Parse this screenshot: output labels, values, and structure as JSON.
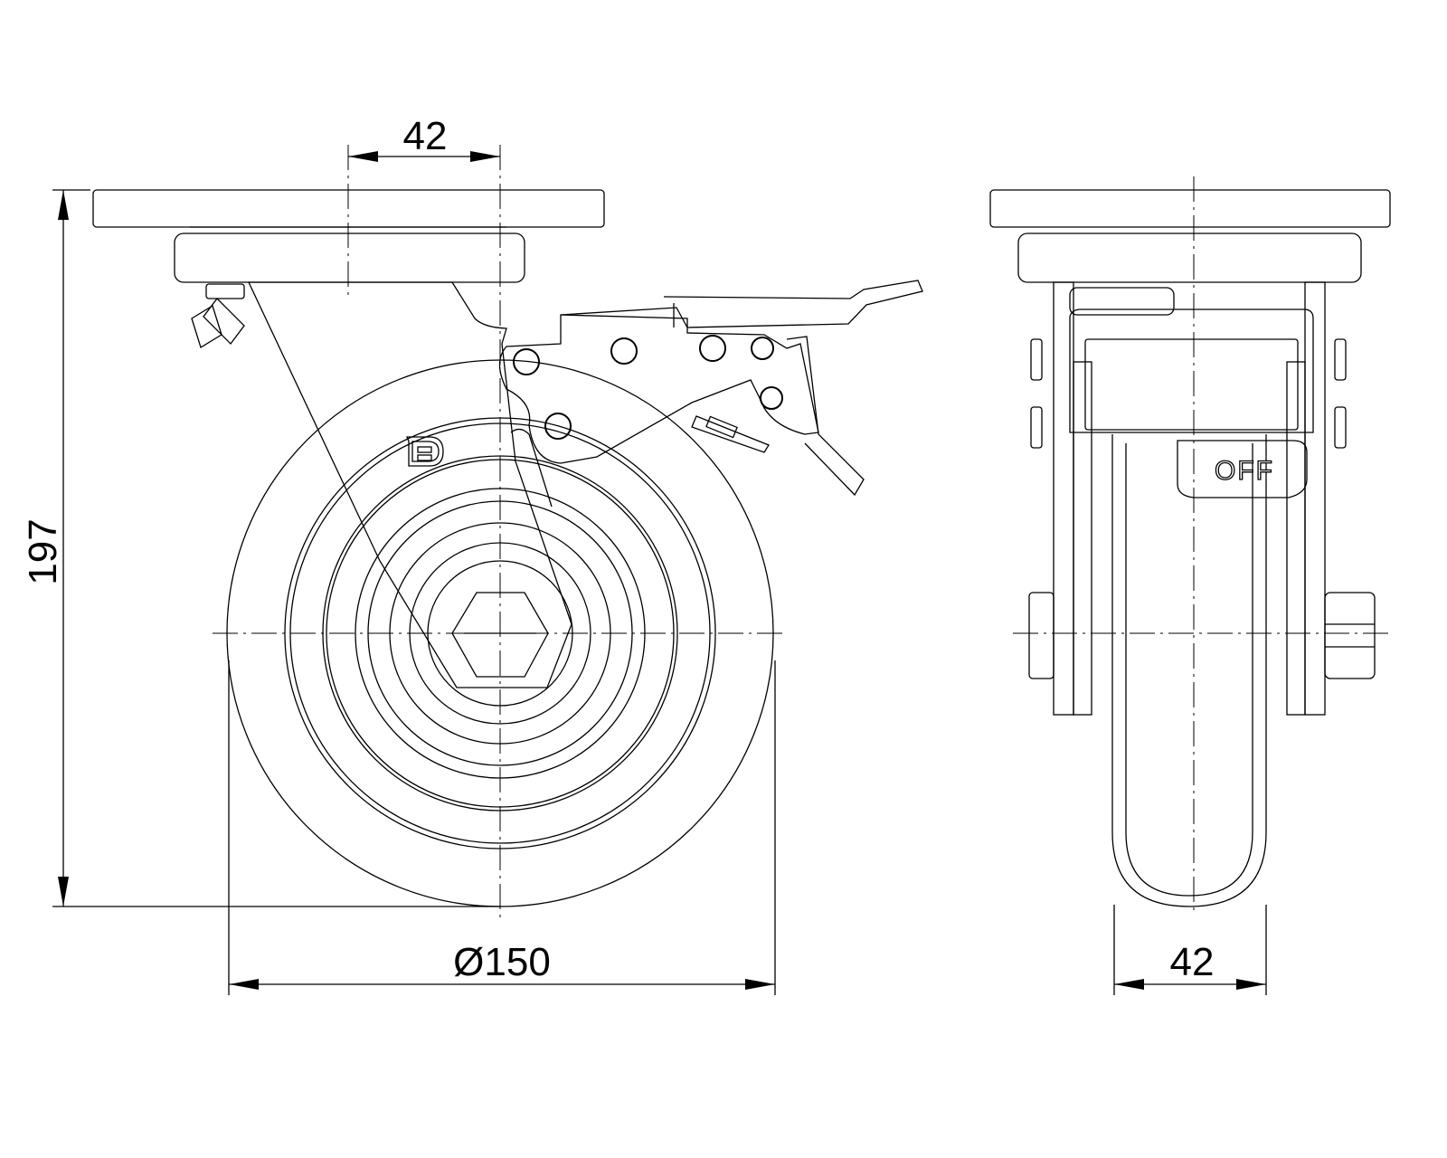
{
  "drawing": {
    "side_view": {
      "dim_offset": "42",
      "dim_height": "197",
      "dim_wheel_diameter": "Ø150",
      "logo": "D"
    },
    "front_view": {
      "dim_wheel_width": "42",
      "brake_label": "OFF"
    }
  }
}
